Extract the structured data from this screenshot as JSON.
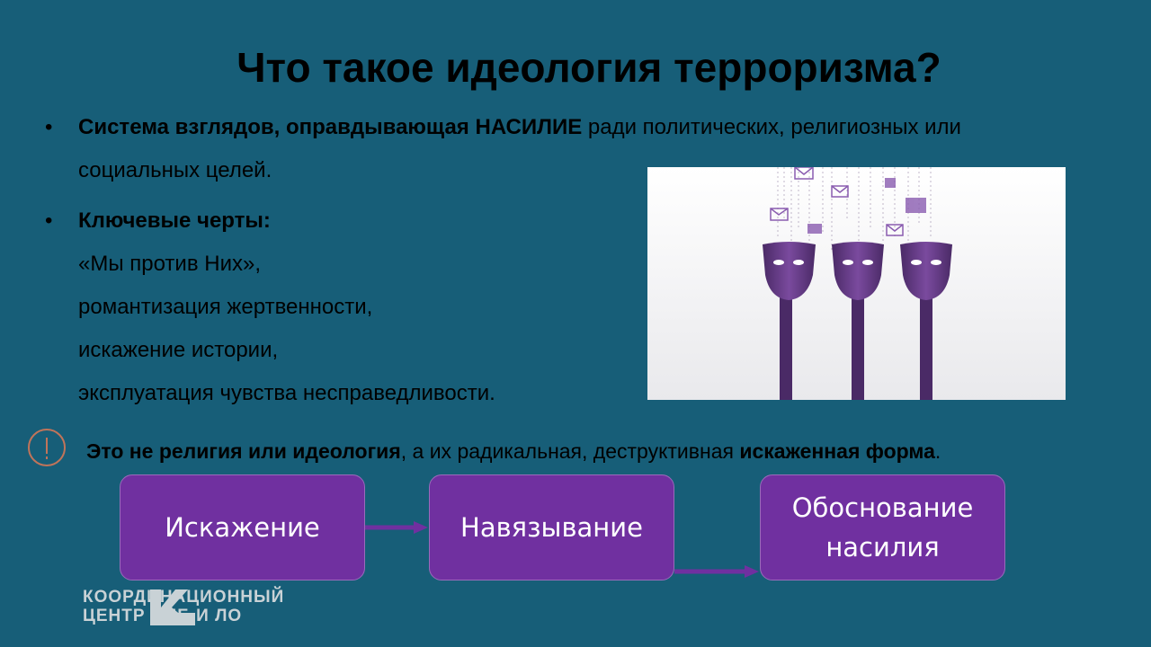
{
  "slide": {
    "title": "Что такое идеология терроризма?"
  },
  "bullets": [
    {
      "marker": "•",
      "bold": "Система взглядов, оправдывающая НАСИЛИЕ",
      "rest_line1": " ради политических, религиозных или",
      "rest_line2": "социальных целей."
    },
    {
      "marker": "•",
      "heading": "Ключевые черты:",
      "items": [
        "«Мы против Них»,",
        "романтизация жертвенности,",
        "искажение истории,",
        "эксплуатация чувства несправедливости."
      ]
    }
  ],
  "note": {
    "bold1": "Это не религия или идеология",
    "text1": ", а их радикальная, деструктивная ",
    "bold2": "искаженная форма",
    "text2": "."
  },
  "flow": {
    "step1": "Искажение",
    "step2": "Навязывание",
    "step3_line1": "Обоснование",
    "step3_line2": "насилия"
  },
  "logo": {
    "line1": "КООРДИНАЦИОННЫЙ",
    "line2": "ЦЕНТР СПБ И ЛО"
  },
  "colors": {
    "background": "#175e78",
    "box": "#7030a0",
    "warning": "#c0745a"
  }
}
